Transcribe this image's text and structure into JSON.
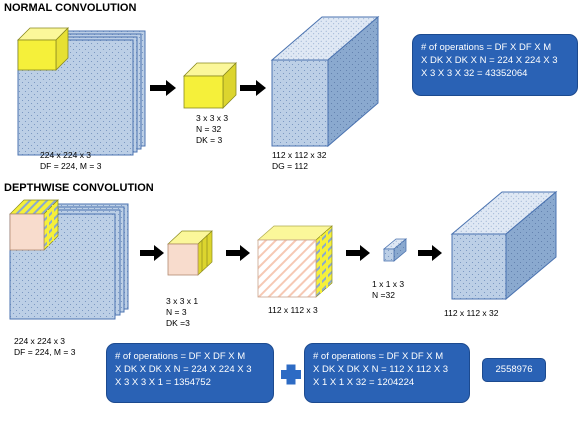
{
  "normal": {
    "title": "NORMAL CONVOLUTION",
    "input_label": [
      "224 x 224 x 3",
      "DF = 224, M = 3"
    ],
    "kernel_label": [
      "3 x 3 x 3",
      "N = 32",
      "DK = 3"
    ],
    "output_label": [
      "112 x 112 x 32",
      "DG = 112"
    ],
    "ops": [
      "# of operations = DF X DF X M",
      "X DK X DK X N =  224 X 224 X 3",
      "X 3 X 3 X 32 = 43352064"
    ]
  },
  "depthwise": {
    "title": "DEPTHWISE CONVOLUTION",
    "input_label": [
      "224 x 224 x 3",
      "DF = 224, M = 3"
    ],
    "kernel_label": [
      "3 x 3 x 1",
      "N = 3",
      "DK =3"
    ],
    "mid_label": "112 x 112 x 3",
    "point_label": [
      "1 x 1 x 3",
      "N =32"
    ],
    "output_label": "112 x 112 x 32",
    "ops1": [
      "# of operations = DF X DF X M",
      "X DK X DK X N =  224 X 224 X 3",
      "X 3 X 3 X 1 = 1354752"
    ],
    "ops2": [
      "# of operations = DF X DF X M",
      "X DK X DK X N =  112 X 112 X 3",
      "X 1 X 1 X 32 = 1204224"
    ],
    "total": "2558976"
  },
  "colors": {
    "cube_face": "#bccfe6",
    "cube_side": "#8aa9cf",
    "cube_top": "#d9e4f2",
    "outline": "#4b73b0",
    "yellow": "#f5f03a",
    "peach": "#f8dccd",
    "box_blue": "#2a62b5",
    "plus_blue": "#2d6bc4"
  }
}
